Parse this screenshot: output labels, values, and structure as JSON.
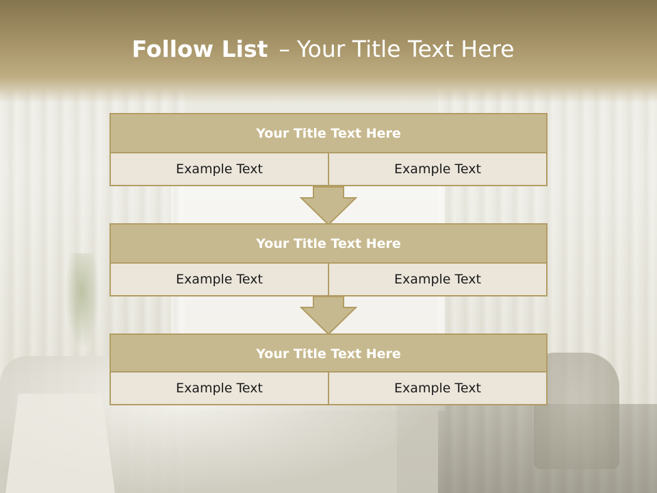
{
  "slide": {
    "title_bold": "Follow List",
    "title_separator": "–",
    "title_rest": "Your Title Text Here"
  },
  "steps": [
    {
      "title": "Your Title Text Here",
      "left": "Example Text",
      "right": "Example Text"
    },
    {
      "title": "Your Title Text Here",
      "left": "Example Text",
      "right": "Example Text"
    },
    {
      "title": "Your Title Text Here",
      "left": "Example Text",
      "right": "Example Text"
    }
  ],
  "colors": {
    "header_band": "#a8966a",
    "block_title_fill": "#c7b98f",
    "block_border": "#b19c63",
    "cell_fill": "#ebe5da",
    "arrow_fill": "#c7b98f"
  }
}
